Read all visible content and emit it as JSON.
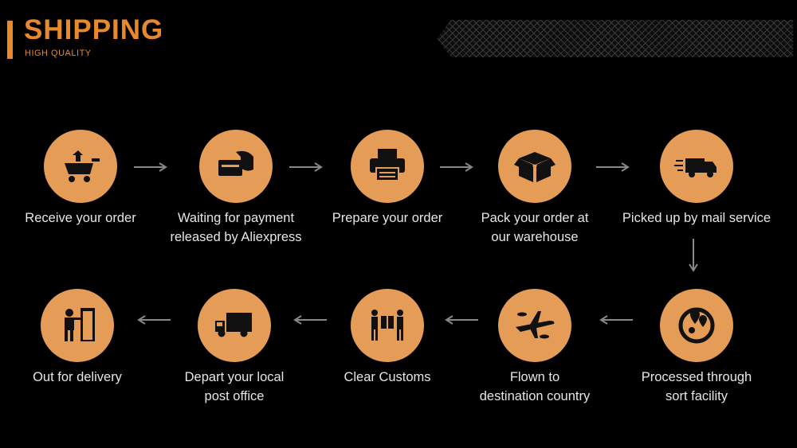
{
  "header": {
    "title": "SHIPPING",
    "subtitle": "HIGH QUALITY"
  },
  "colors": {
    "accent": "#e8892c",
    "circle": "#e59c56",
    "background": "#000000",
    "text": "#e6e6e6"
  },
  "steps": [
    {
      "label": "Receive your order",
      "icon": "shopping-cart-icon"
    },
    {
      "label": "Waiting for payment\nreleased by Aliexpress",
      "icon": "credit-card-payment-icon"
    },
    {
      "label": "Prepare your order",
      "icon": "printer-icon"
    },
    {
      "label": "Pack your order at\nour warehouse",
      "icon": "package-box-icon"
    },
    {
      "label": "Picked up by mail service",
      "icon": "fast-delivery-truck-icon"
    },
    {
      "label": "Processed through\nsort facility",
      "icon": "globe-location-icon"
    },
    {
      "label": "Flown to\ndestination country",
      "icon": "airplane-icon"
    },
    {
      "label": "Clear Customs",
      "icon": "customs-handover-icon"
    },
    {
      "label": "Depart your local\npost office",
      "icon": "delivery-truck-icon"
    },
    {
      "label": "Out for delivery",
      "icon": "courier-door-icon"
    }
  ]
}
